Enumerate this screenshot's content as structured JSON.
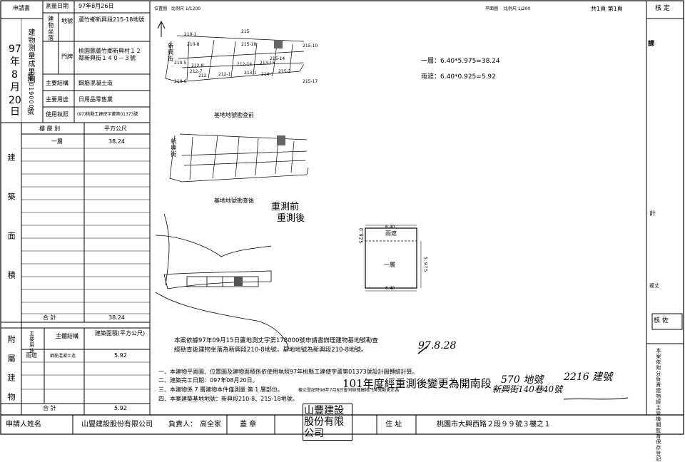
{
  "left_form": {
    "applicant_label": "申請書",
    "survey_date_label": "測量日期",
    "survey_date_value": "97年8月26日",
    "year_label": "97",
    "year_char": "年",
    "month_num": "8",
    "month_char": "月",
    "day_num": "20",
    "day_char": "日",
    "vertical_title": "建物測量成果圖",
    "serial_prefix": "第",
    "serial_number": "019000",
    "serial_suffix": "號",
    "location_group": "建物坐落",
    "site_label": "地號",
    "site_value": "蘆竹鄉新興段215-18地號",
    "door_label": "門牌",
    "door_value_1": "桃園縣蘆竹鄉新興村１２",
    "door_value_2": "鄰新興街１４０－３號",
    "structure_label": "主要結構",
    "structure_value": "鋼筋混凝土造",
    "use_label": "主要用途",
    "use_value": "日用品零售業",
    "license_label": "使用執照",
    "license_value": "(97)桃縣工建使字蘆第01373號",
    "floor_header": "樓 層 別",
    "area_header": "平方公尺",
    "section_building_area": "建築面積",
    "floor_1_name": "一層",
    "floor_1_area": "38.24",
    "total_label": "合 計",
    "total_area": "38.24",
    "attach_section": "附屬建物",
    "attach_use_header": "主要用途",
    "attach_struct_header": "主體結構",
    "attach_area_header": "建築面積(平方公尺)",
    "attach_use_value": "雨遮",
    "attach_struct_value": "鋼筋混凝土造",
    "attach_area_value": "5.92",
    "attach_total_label": "合 計",
    "attach_total_value": "5.92"
  },
  "map": {
    "location_label": "位置圖",
    "scale_label": "比例尺 1/1200",
    "street_label": "新興街",
    "lots": [
      "210-1",
      "215",
      "210-8",
      "215-18",
      "215-14",
      "215-10",
      "210-5",
      "212-8",
      "212-14",
      "213-15",
      "212-7",
      "212",
      "212-1",
      "213-1",
      "214-1",
      "215-2",
      "210-6",
      "215-17"
    ],
    "caption_before": "基地地號勘查前",
    "caption_after": "基地地號勘查後"
  },
  "plan": {
    "plan_label": "平面圖",
    "scale_label": "比例尺 1/200",
    "page_info": "共1頁 第1頁",
    "formula_1": "一層：6.40*5.975=38.24",
    "formula_2": "雨遮：6.40*0.925=5.92",
    "dim_top": "6.40",
    "dim_bottom": "6.40",
    "dim_left": "0.925",
    "dim_right": "5.975",
    "canopy_label": "雨遮",
    "floor_label": "一層"
  },
  "handwritten": {
    "before": "重測前",
    "after": "重測後",
    "note_2012": "101年度經重測後變更為開南段",
    "lot_new": "570 地號",
    "build_no": "2216 建號",
    "date_scrawl": "97.8.28",
    "addr_new": "新興街140巷40號"
  },
  "notes": {
    "note_a": "本案依據97年09月15日蘆地測丈字第178000號申請書辦理建物基地號勘查",
    "note_b": "經勘查後建物坐落為新興段210-8地號，基地地號為新興段210-8地號。",
    "line_1": "一、本建物平面圖、位置圖及建物面積係依使用執照97年桃縣工建使字蘆第01373號設計圖轉繪計算。",
    "line_2": "二、建築完工日期：097年08月20日。",
    "line_3": "三、本建物係 7 層建物本件僅測量 第 1 層部份。",
    "line_3_b": "複丈登記時98年7月8日會同辦理建物門牌異動更正為",
    "line_4": "四、本案建築基地地號：新興段210-8、215-18地號。"
  },
  "right_column": {
    "header": "核 定",
    "side_labels": [
      "課",
      "計",
      "複丈",
      "核 佐"
    ],
    "footer_text": "本案依附分負責建物經主管機關監督保存登記"
  },
  "bottom_bar": {
    "applicant_label": "申請人姓名",
    "applicant_value": "山豐建設股份有限公司",
    "rep_label": "負責人：",
    "rep_value": "高全家",
    "seal_label": "蓋 章",
    "stamp_text": "山豐建設股份有限公司",
    "address_label": "住 址",
    "address_value": "桃園市大興西路２段９９號３樓之１"
  }
}
